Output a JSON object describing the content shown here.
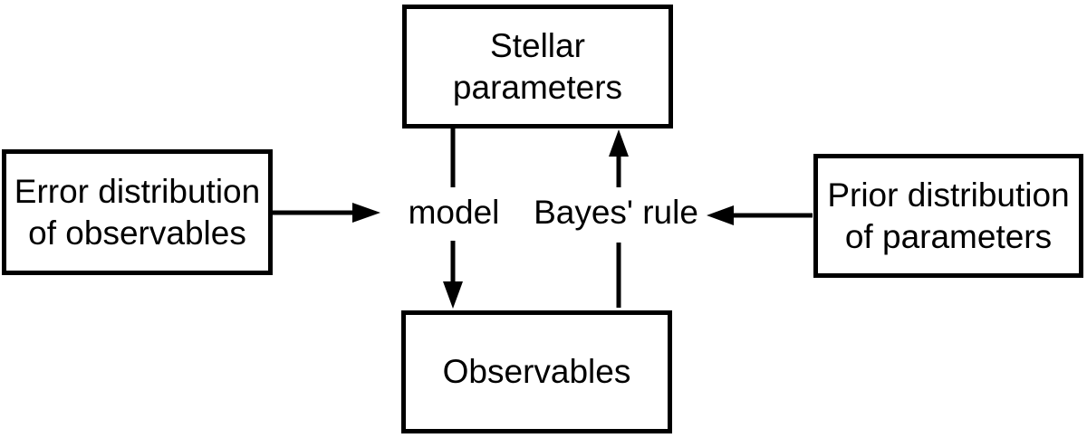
{
  "diagram": {
    "nodes": {
      "stellar": {
        "label": "Stellar\nparameters"
      },
      "error": {
        "label": "Error distribution\nof observables"
      },
      "prior": {
        "label": "Prior distribution\nof parameters"
      },
      "observables": {
        "label": "Observables"
      }
    },
    "edge_labels": {
      "model": "model",
      "bayes_rule": "Bayes' rule"
    },
    "colors": {
      "background": "#ffffff",
      "line": "#000000",
      "text": "#000000"
    }
  }
}
